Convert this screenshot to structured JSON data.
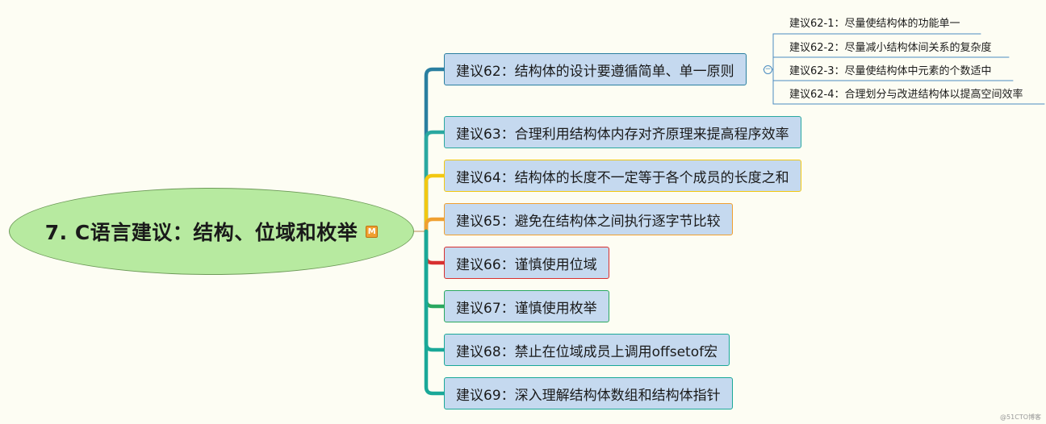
{
  "root": {
    "title": "7. C语言建议：结构、位域和枚举",
    "icon": "M"
  },
  "branches": [
    {
      "label": "建议62：结构体的设计要遵循简单、单一原则",
      "color": "#2a7fa0"
    },
    {
      "label": "建议63：合理利用结构体内存对齐原理来提高程序效率",
      "color": "#2aa8a0"
    },
    {
      "label": "建议64：结构体的长度不一定等于各个成员的长度之和",
      "color": "#f2c811"
    },
    {
      "label": "建议65：避免在结构体之间执行逐字节比较",
      "color": "#f0a030"
    },
    {
      "label": "建议66：谨慎使用位域",
      "color": "#d83030"
    },
    {
      "label": "建议67：谨慎使用枚举",
      "color": "#2aa860"
    },
    {
      "label": "建议68：禁止在位域成员上调用offsetof宏",
      "color": "#1aa898"
    },
    {
      "label": "建议69：深入理解结构体数组和结构体指针",
      "color": "#1aa898"
    }
  ],
  "sub_branches": [
    {
      "label": "建议62-1：尽量使结构体的功能单一"
    },
    {
      "label": "建议62-2：尽量减小结构体间关系的复杂度"
    },
    {
      "label": "建议62-3：尽量使结构体中元素的个数适中"
    },
    {
      "label": "建议62-4：合理划分与改进结构体以提高空间效率"
    }
  ],
  "collapse_icon": "minus-icon",
  "watermark": "@51CTO博客"
}
